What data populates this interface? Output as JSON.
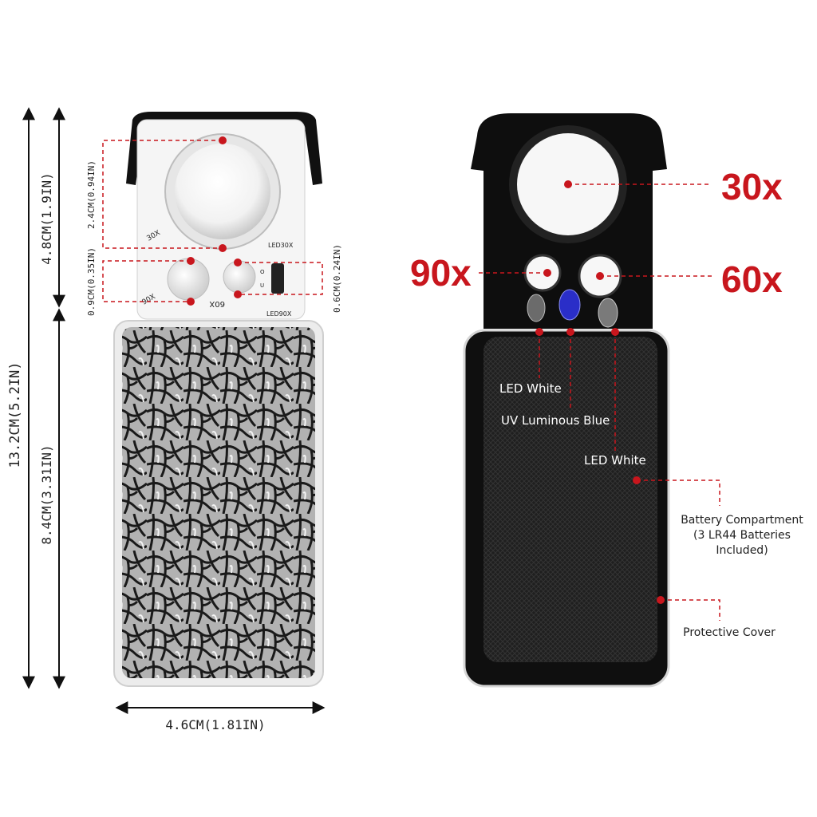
{
  "dimensions": {
    "total_height": "13.2CM(5.2IN)",
    "head_height": "4.8CM(1.9IN)",
    "body_height": "8.4CM(3.31IN)",
    "width": "4.6CM(1.81IN)",
    "lens_large": "2.4CM(0.94IN)",
    "lens_small_left": "0.9CM(0.35IN)",
    "lens_small_right": "0.6CM(0.24IN)"
  },
  "device_front": {
    "label_top": "LED30X",
    "label_bottom": "LED90X",
    "engraving_30x": "30X",
    "engraving_60x": "60X",
    "engraving_90x": "90X",
    "switch_mark_top": "O",
    "switch_mark_bottom": "U"
  },
  "magnifications": {
    "large": "30x",
    "left_small": "90x",
    "right_small": "60x"
  },
  "callouts": {
    "led_white_left": "LED White",
    "uv_blue": "UV Luminous Blue",
    "led_white_right": "LED White",
    "battery_line1": "Battery Compartment",
    "battery_line2": "(3 LR44 Batteries",
    "battery_line3": "Included)",
    "protective_cover": "Protective Cover"
  },
  "colors": {
    "accent_red": "#c8161d",
    "device_black": "#111111",
    "metal_silver": "#a9a9a9"
  }
}
